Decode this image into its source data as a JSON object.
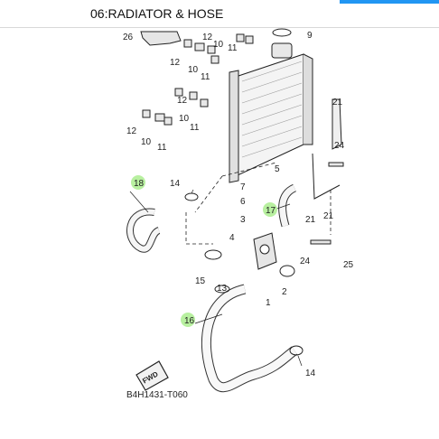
{
  "header": {
    "title": "06:RADIATOR & HOSE"
  },
  "colors": {
    "accent": "#2196f3",
    "highlight": "#b8f0a0",
    "line": "#222222"
  },
  "callouts": [
    "26",
    "12",
    "10",
    "9",
    "12",
    "10",
    "11",
    "11",
    "12",
    "10",
    "11",
    "12",
    "10",
    "11",
    "21",
    "24",
    "7",
    "6",
    "5",
    "18",
    "14",
    "17",
    "21",
    "21",
    "3",
    "4",
    "24",
    "25",
    "15",
    "13",
    "2",
    "1",
    "16",
    "14"
  ],
  "fwd_label": "FWD",
  "part_code": "B4H1431-T060"
}
